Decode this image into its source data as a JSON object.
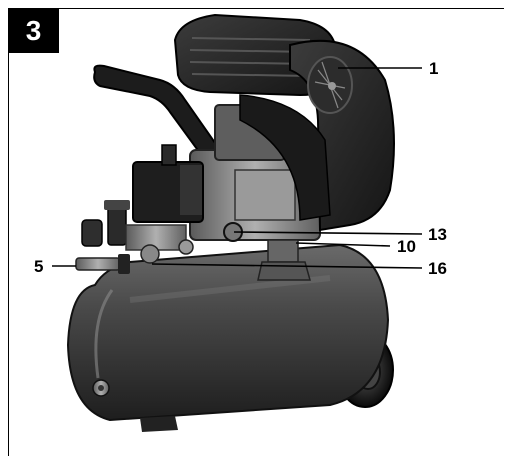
{
  "figure": {
    "number": "3"
  },
  "callouts": [
    {
      "id": "c1",
      "label": "1"
    },
    {
      "id": "c13",
      "label": "13"
    },
    {
      "id": "c10",
      "label": "10"
    },
    {
      "id": "c5",
      "label": "5"
    },
    {
      "id": "c16",
      "label": "16"
    }
  ],
  "colors": {
    "ink": "#000000",
    "tank": "#3a3a3a",
    "metal": "#8a8a8a"
  }
}
